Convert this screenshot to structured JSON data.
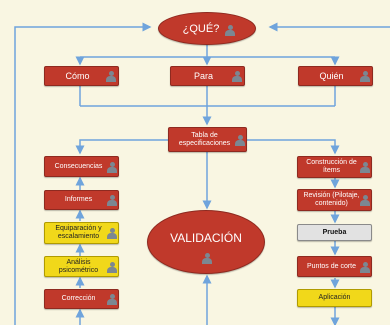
{
  "nodes": {
    "que": "¿QUÉ?",
    "como": "Cómo",
    "para": "Para",
    "quien": "Quién",
    "tabla": "Tabla de especificaciones",
    "consecuencias": "Consecuencias",
    "informes": "Informes",
    "equiparacion": "Equiparación y escalamiento",
    "analisis": "Análisis psicométrico",
    "correccion": "Corrección",
    "validacion": "VALIDACIÓN",
    "construccion": "Construcción de ítems",
    "revision": "Revisión (Pilotaje, contenido)",
    "prueba": "Prueba",
    "puntos": "Puntos de corte",
    "aplicacion": "Aplicación"
  },
  "icons": {
    "node_icon": "person-icon"
  },
  "colors": {
    "background": "#f9f6e2",
    "node_red": "#c0392b",
    "node_yellow": "#f1d81a",
    "node_gray": "#e2e2e2",
    "connector": "#6fa4dc"
  }
}
